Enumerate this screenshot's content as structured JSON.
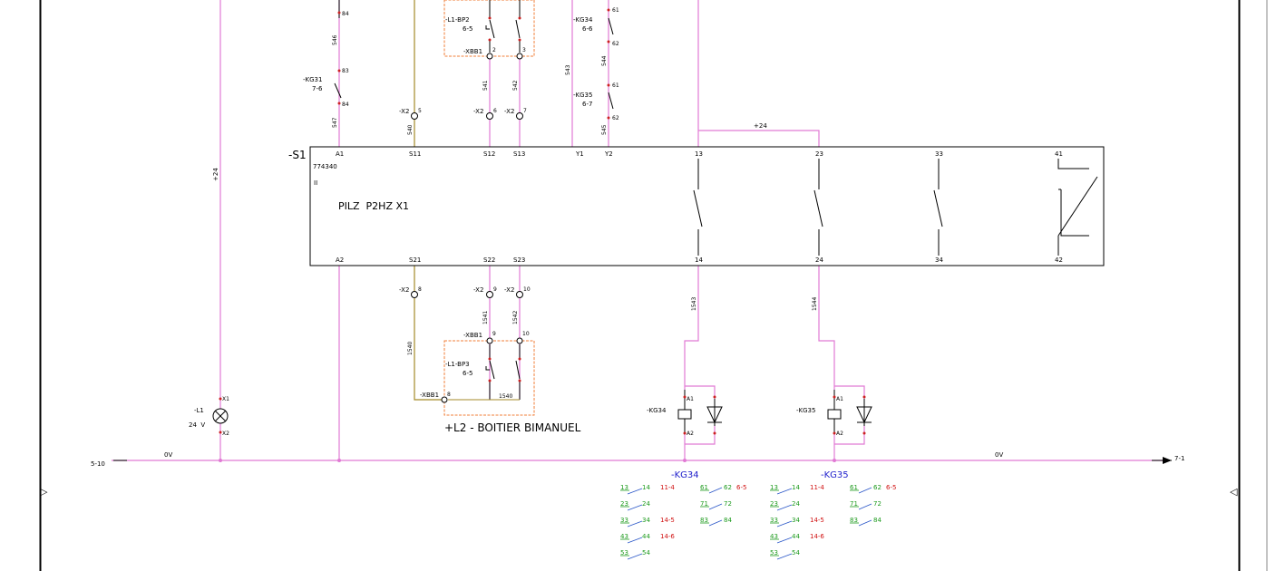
{
  "colors": {
    "wire": "#e17ad4",
    "wire_brown": "#a48a28",
    "frame": "#000000",
    "box_dash": "#f07f3a",
    "terminal": "#cc2020",
    "contact_green": "#1c9a1c",
    "contact_red": "#d01010",
    "contact_blue": "#2855c8",
    "label_blue": "#2222cc"
  },
  "margin_markers": {
    "left": "▷",
    "right": "◁"
  },
  "cross_refs": {
    "left_rail": "5-10",
    "right_rail": "7-1"
  },
  "rail_labels": {
    "left_0v": "0V",
    "right_0v": "0V",
    "v24_vertical": "+24",
    "v24_link": "+24"
  },
  "relay": {
    "tag": "-S1",
    "order_no": "774340",
    "sheet_mark": "II",
    "name": "PILZ  P2HZ X1",
    "top_terminals": [
      "A1",
      "S11",
      "S12",
      "S13",
      "Y1",
      "Y2",
      "13",
      "23",
      "33",
      "41"
    ],
    "bottom_terminals": [
      "A2",
      "S21",
      "S22",
      "S23",
      "14",
      "24",
      "34",
      "42"
    ]
  },
  "top_left_contacts": {
    "c1": {
      "pin_top": "84",
      "wire": "546"
    },
    "kg31": {
      "tag": "-KG31",
      "ref": "7-6",
      "pin_top": "83",
      "pin_bot": "84",
      "wire": "547"
    }
  },
  "bp2": {
    "tag": "-L1-BP2",
    "ref": "6-5",
    "xbb": "-XBB1",
    "xbb_pins": [
      "2",
      "3"
    ],
    "wires": [
      "541",
      "542"
    ],
    "x2": [
      {
        "tag": "-X2",
        "pin": "5"
      },
      {
        "tag": "-X2",
        "pin": "6"
      },
      {
        "tag": "-X2",
        "pin": "7"
      }
    ],
    "wire_s11": "540"
  },
  "kg_top": {
    "kg34": {
      "tag": "-KG34",
      "ref": "6-6",
      "pins": [
        "61",
        "62"
      ]
    },
    "kg35": {
      "tag": "-KG35",
      "ref": "6-7",
      "pins": [
        "61",
        "62"
      ]
    },
    "wires": {
      "w543": "543",
      "w544": "544",
      "w545": "545"
    }
  },
  "bottom": {
    "x2": [
      {
        "tag": "-X2",
        "pin": "8"
      },
      {
        "tag": "-X2",
        "pin": "9"
      },
      {
        "tag": "-X2",
        "pin": "10"
      }
    ],
    "wires": {
      "w1540": "1540",
      "w1541": "1541",
      "w1542": "1542",
      "w1543": "1543",
      "w1544": "1544"
    },
    "xbb": "-XBB1",
    "xbb_pins": [
      "9",
      "10"
    ],
    "xbb_pin_left": "8",
    "bp3": {
      "tag": "-L1-BP3",
      "ref": "6-5"
    },
    "box_wire": "1540",
    "box_title": "+L2 - BOITIER BIMANUEL"
  },
  "lamp": {
    "tag": "-L1",
    "voltage": "24  V",
    "pin_top": "X1",
    "pin_bot": "X2"
  },
  "coils": [
    {
      "tag": "-KG34",
      "a1": "A1",
      "a2": "A2"
    },
    {
      "tag": "-KG35",
      "a1": "A1",
      "a2": "A2"
    }
  ],
  "contact_tables": [
    {
      "title": "-KG34",
      "rows": [
        {
          "a": "13",
          "b": "14",
          "ref": "11-4"
        },
        {
          "a": "23",
          "b": "24",
          "ref": ""
        },
        {
          "a": "33",
          "b": "34",
          "ref": "14-5"
        },
        {
          "a": "43",
          "b": "44",
          "ref": "14-6"
        },
        {
          "a": "53",
          "b": "54",
          "ref": ""
        }
      ],
      "aux": [
        {
          "a": "61",
          "b": "62",
          "ref": "6-5"
        },
        {
          "a": "71",
          "b": "72",
          "ref": ""
        },
        {
          "a": "83",
          "b": "84",
          "ref": ""
        }
      ]
    },
    {
      "title": "-KG35",
      "rows": [
        {
          "a": "13",
          "b": "14",
          "ref": "11-4"
        },
        {
          "a": "23",
          "b": "24",
          "ref": ""
        },
        {
          "a": "33",
          "b": "34",
          "ref": "14-5"
        },
        {
          "a": "43",
          "b": "44",
          "ref": "14-6"
        },
        {
          "a": "53",
          "b": "54",
          "ref": ""
        }
      ],
      "aux": [
        {
          "a": "61",
          "b": "62",
          "ref": "6-5"
        },
        {
          "a": "71",
          "b": "72",
          "ref": ""
        },
        {
          "a": "83",
          "b": "84",
          "ref": ""
        }
      ]
    }
  ]
}
